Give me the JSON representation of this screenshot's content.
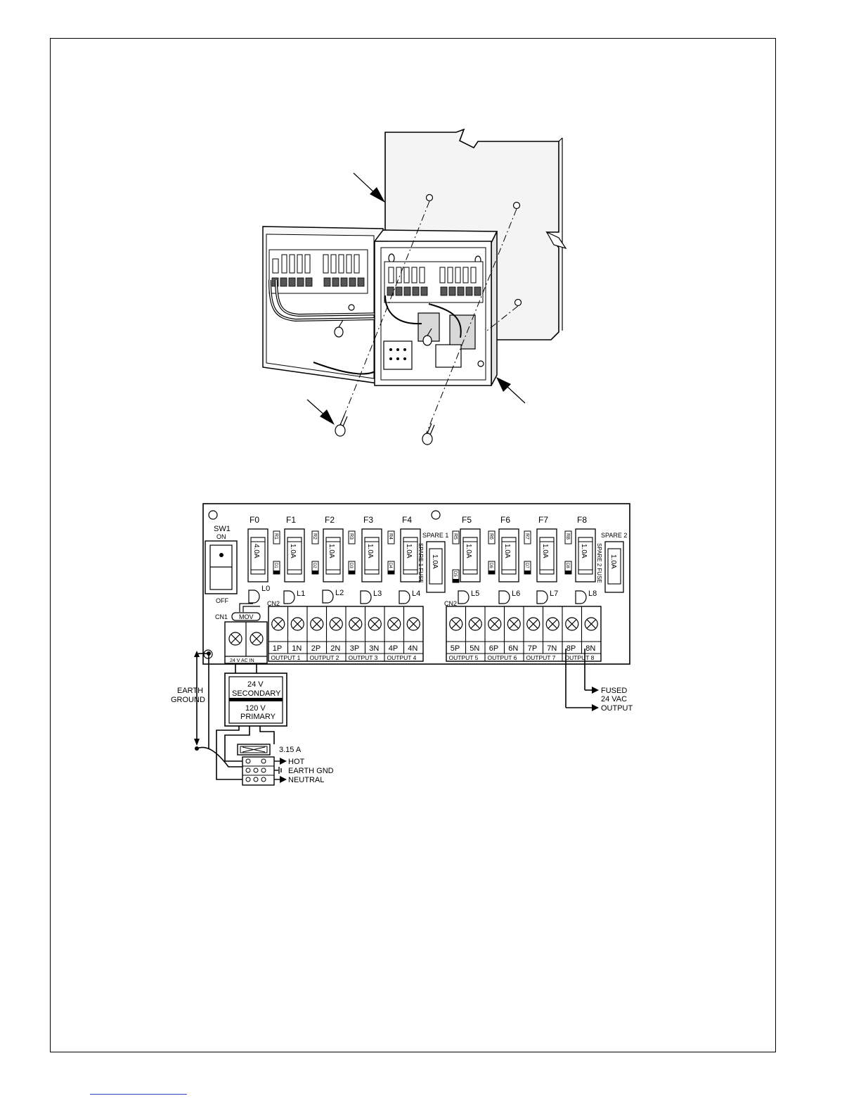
{
  "board": {
    "switch": {
      "name": "SW1",
      "on": "ON",
      "off": "OFF"
    },
    "fuse_labels": [
      "F0",
      "F1",
      "F2",
      "F3",
      "F4",
      "F5",
      "F6",
      "F7",
      "F8"
    ],
    "fuse_ratings": [
      "4.0A",
      "1.0A",
      "1.0A",
      "1.0A",
      "1.0A",
      "1.0A",
      "1.0A",
      "1.0A",
      "1.0A"
    ],
    "spare_labels": [
      "SPARE 1",
      "SPARE 2"
    ],
    "spare_ratings": [
      "1.0A",
      "1.0A"
    ],
    "spare_fuse_labels": [
      "SPARE 1 FUSE",
      "SPARE 2 FUSE"
    ],
    "resistors": [
      "R1",
      "R2",
      "R3",
      "R4",
      "R5",
      "R6",
      "R7",
      "R8"
    ],
    "diodes": [
      "D1",
      "D2",
      "D3",
      "D4",
      "D5",
      "D6",
      "D7",
      "D8"
    ],
    "leds": [
      "L0",
      "L1",
      "L2",
      "L3",
      "L4",
      "L5",
      "L6",
      "L7",
      "L8"
    ],
    "connectors": {
      "cn1": "CN1",
      "cn2": "CN2",
      "mov": "MOV",
      "ac_in": "24 V AC IN"
    },
    "terminal_labels_left": [
      "1P",
      "1N",
      "2P",
      "2N",
      "3P",
      "3N",
      "4P",
      "4N"
    ],
    "terminal_labels_right": [
      "5P",
      "5N",
      "6P",
      "6N",
      "7P",
      "7N",
      "8P",
      "8N"
    ],
    "outputs": [
      "OUTPUT 1",
      "OUTPUT 2",
      "OUTPUT 3",
      "OUTPUT 4",
      "OUTPUT 5",
      "OUTPUT 6",
      "OUTPUT 7",
      "OUTPUT 8"
    ]
  },
  "transformer": {
    "secondary": [
      "24 V",
      "SECONDARY"
    ],
    "primary": [
      "120 V",
      "PRIMARY"
    ]
  },
  "wiring": {
    "earth_ground": [
      "EARTH",
      "GROUND"
    ],
    "fuse_rating": "3.15 A",
    "hot": "HOT",
    "earth_gnd": "EARTH GND",
    "neutral": "NEUTRAL",
    "fused_output": [
      "FUSED",
      "24 VAC",
      "OUTPUT"
    ]
  }
}
